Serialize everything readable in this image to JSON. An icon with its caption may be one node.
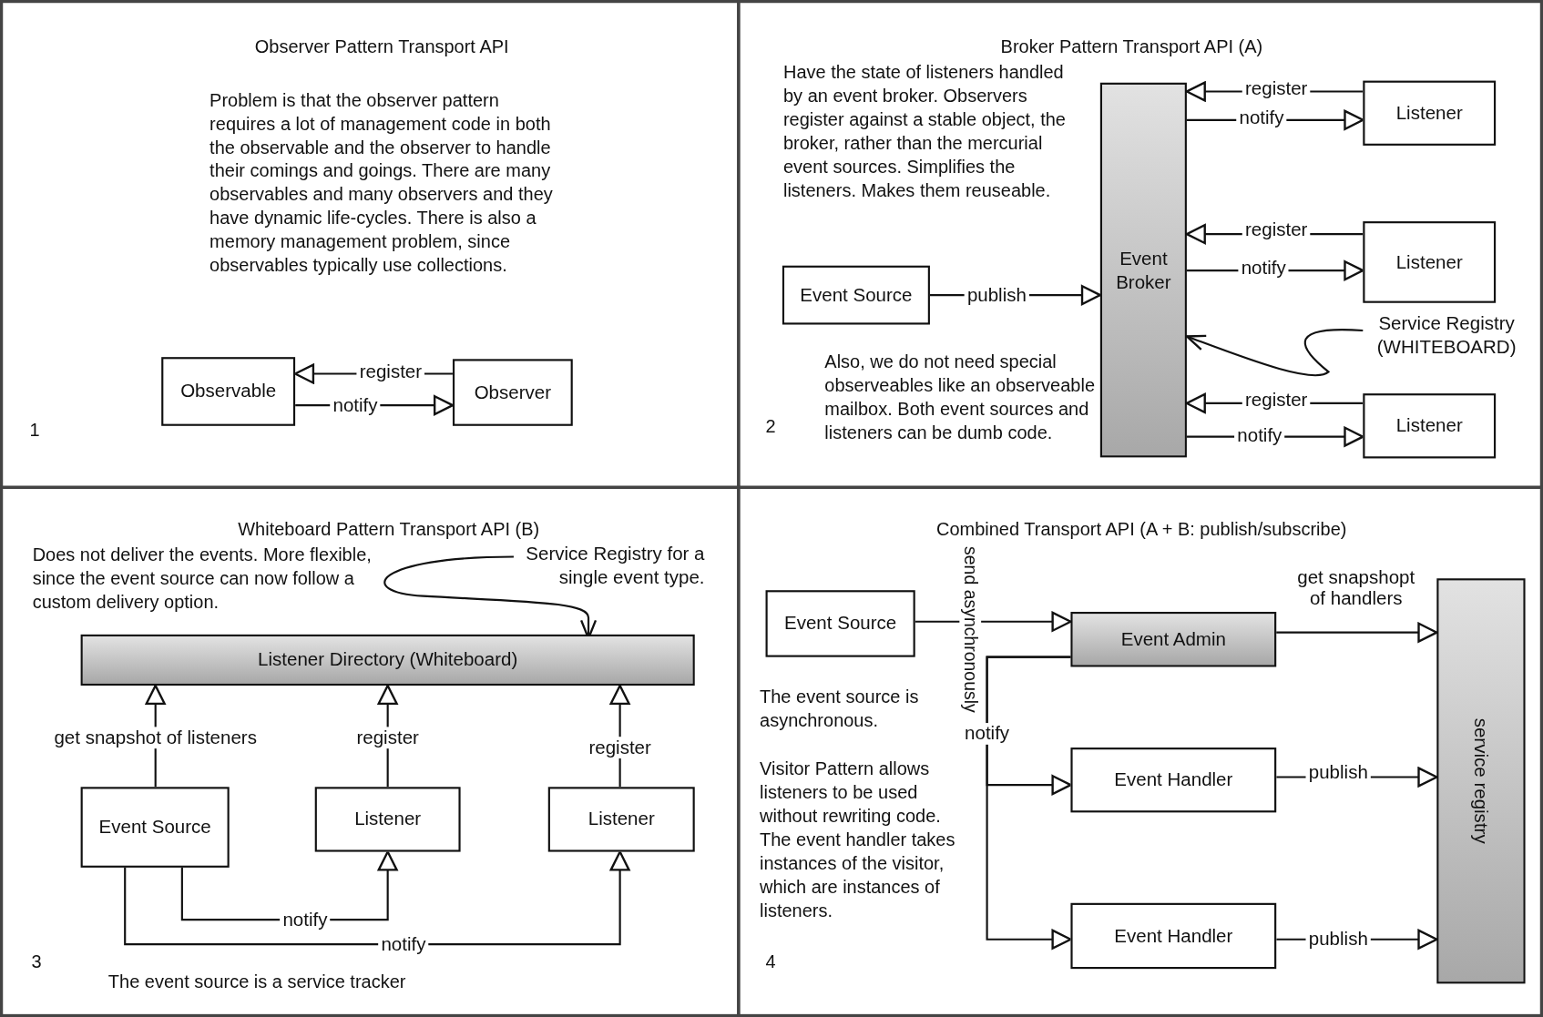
{
  "diagram": {
    "nodes": [
      {
        "text": [
          "Observer Pattern Transport API",
          "Problem is that the observer pattern requires a lot of management code in both the observable and the observer to handle their comings and goings. There are many observables and many observers and they have dynamic life-cycles. There is also a memory management problem, since observables typically use collections.",
          "1"
        ]
      },
      {
        "text": [
          "Observable"
        ],
        "in": 0
      },
      {
        "text": [
          "Observer"
        ],
        "in": 0
      },
      {
        "text": [
          "Broker Pattern Transport API (A)",
          "Have the state of listeners handled by an event broker. Observers register against a stable object, the broker, rather than the mercurial event sources. Simplifies the listeners. Makes them reuseable.",
          "2",
          "Also, we do not need special observeables like an observeable mailbox. Both event sources and listeners can be dumb code."
        ]
      },
      {
        "text": [
          "Event Broker"
        ],
        "in": 3
      },
      {
        "text": [
          "Listener"
        ],
        "in": 3
      },
      {
        "text": [
          "Listener"
        ],
        "in": 3
      },
      {
        "text": [
          "Listener"
        ],
        "in": 3
      },
      {
        "text": [
          "Event Source"
        ],
        "in": 3
      },
      {
        "text": [
          "Service Registry (WHITEBOARD)"
        ],
        "in": 3
      },
      {
        "text": [
          "Whiteboard Pattern Transport API (B)",
          "Does not deliver the events. More flexible, since the event source can now follow a custom delivery option.",
          "3",
          "The event source is a service tracker"
        ]
      },
      {
        "text": [
          "Service Registry for a single event type."
        ],
        "in": 10
      },
      {
        "text": [
          "Listener Directory (Whiteboard)"
        ],
        "in": 10
      },
      {
        "text": [
          "Event Source"
        ],
        "in": 10
      },
      {
        "text": [
          "Listener"
        ],
        "in": 10
      },
      {
        "text": [
          "Listener"
        ],
        "in": 10
      },
      {
        "text": [
          "Combined Transport API (A + B: publish/subscribe)",
          "The event source is asynchronous.",
          "Visitor Pattern allows listeners to be used without rewriting code. The event handler takes instances of the visitor, which are instances of listeners.",
          "4"
        ]
      },
      {
        "text": [
          "Event Source"
        ],
        "in": 16
      },
      {
        "text": [
          "Event Admin"
        ],
        "in": 16
      },
      {
        "text": [
          "service registry"
        ],
        "in": 16
      },
      {
        "text": [
          "Event Handler"
        ],
        "in": 16
      },
      {
        "text": [
          "Event Handler"
        ],
        "in": 16
      }
    ],
    "edges": [
      {
        "from": 2,
        "to": 1,
        "arrow": "to",
        "label": "register"
      },
      {
        "from": 1,
        "to": 2,
        "arrow": "to",
        "label": "notify"
      },
      {
        "from": 5,
        "to": 4,
        "arrow": "to",
        "label": "register"
      },
      {
        "from": 4,
        "to": 5,
        "arrow": "to",
        "label": "notify"
      },
      {
        "from": 6,
        "to": 4,
        "arrow": "to",
        "label": "register"
      },
      {
        "from": 4,
        "to": 6,
        "arrow": "to",
        "label": "notify"
      },
      {
        "from": 7,
        "to": 4,
        "arrow": "to",
        "label": "register"
      },
      {
        "from": 4,
        "to": 7,
        "arrow": "to",
        "label": "notify"
      },
      {
        "from": 8,
        "to": 4,
        "arrow": "to",
        "label": "publish"
      },
      {
        "from": 9,
        "to": 4,
        "arrow": "to"
      },
      {
        "from": 11,
        "to": 12,
        "arrow": "to"
      },
      {
        "from": 13,
        "to": 12,
        "arrow": "to",
        "label": "get snapshot of listeners"
      },
      {
        "from": 14,
        "to": 12,
        "arrow": "to",
        "label": "register"
      },
      {
        "from": 15,
        "to": 12,
        "arrow": "to",
        "label": "register"
      },
      {
        "from": 13,
        "to": 14,
        "arrow": "to",
        "label": "notify"
      },
      {
        "from": 13,
        "to": 15,
        "arrow": "to",
        "label": "notify"
      },
      {
        "from": 17,
        "to": 18,
        "arrow": "to",
        "label": "send asynchronously"
      },
      {
        "from": 18,
        "to": 19,
        "arrow": "to",
        "label": "get snapshopt of handlers"
      },
      {
        "from": 18,
        "to": 20,
        "arrow": "to",
        "label": "notify"
      },
      {
        "from": 18,
        "to": 21,
        "arrow": "to"
      },
      {
        "from": 20,
        "to": 19,
        "arrow": "to",
        "label": "publish"
      },
      {
        "from": 21,
        "to": 19,
        "arrow": "to",
        "label": "publish"
      }
    ]
  }
}
